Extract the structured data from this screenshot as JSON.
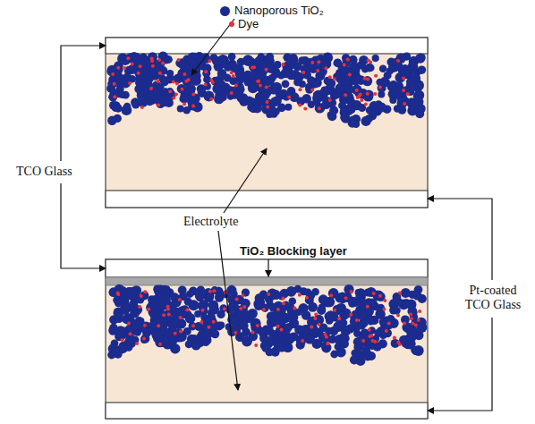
{
  "diagram": {
    "labels": [
      "TCO Glass",
      "Electrolyte",
      "TiO₂ Blocking layer",
      "Pt-coated TCO Glass"
    ],
    "legend": [
      {
        "text": "Nanoporous TiO₂",
        "color": "#1c2b8e"
      },
      {
        "text": "Dye",
        "color": "#e3303a"
      }
    ]
  }
}
